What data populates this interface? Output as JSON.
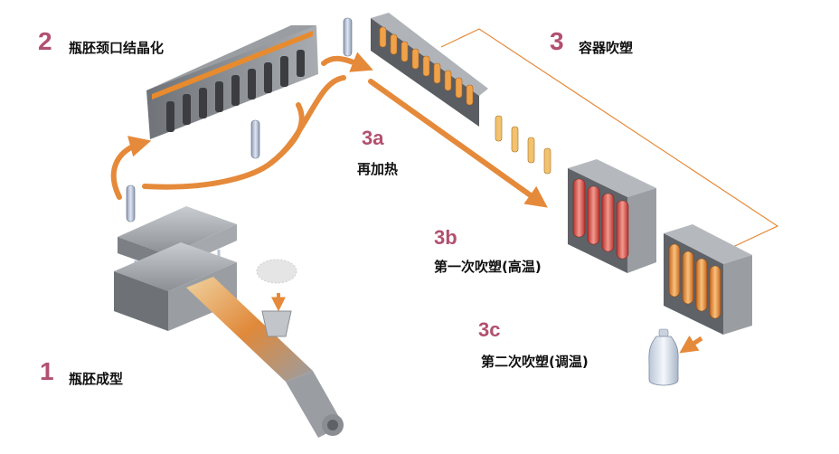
{
  "steps": {
    "s1": {
      "number": "1",
      "label": "瓶胚成型"
    },
    "s2": {
      "number": "2",
      "label": "瓶胚颈口结晶化"
    },
    "s3": {
      "number": "3",
      "label": "容器吹塑"
    },
    "s3a": {
      "number": "3a",
      "label": "再加热"
    },
    "s3b": {
      "number": "3b",
      "label": "第一次吹塑(高温)"
    },
    "s3c": {
      "number": "3c",
      "label": "第二次吹塑(调温)"
    }
  },
  "colors": {
    "step_number": "#b2506f",
    "arrow": "#e58a3a",
    "connector": "#e58a3a",
    "metal": "#8a8d92",
    "preform": "#b7c3d6",
    "hot_bottle": "#d9524a",
    "warm_bottle": "#e9892f"
  }
}
